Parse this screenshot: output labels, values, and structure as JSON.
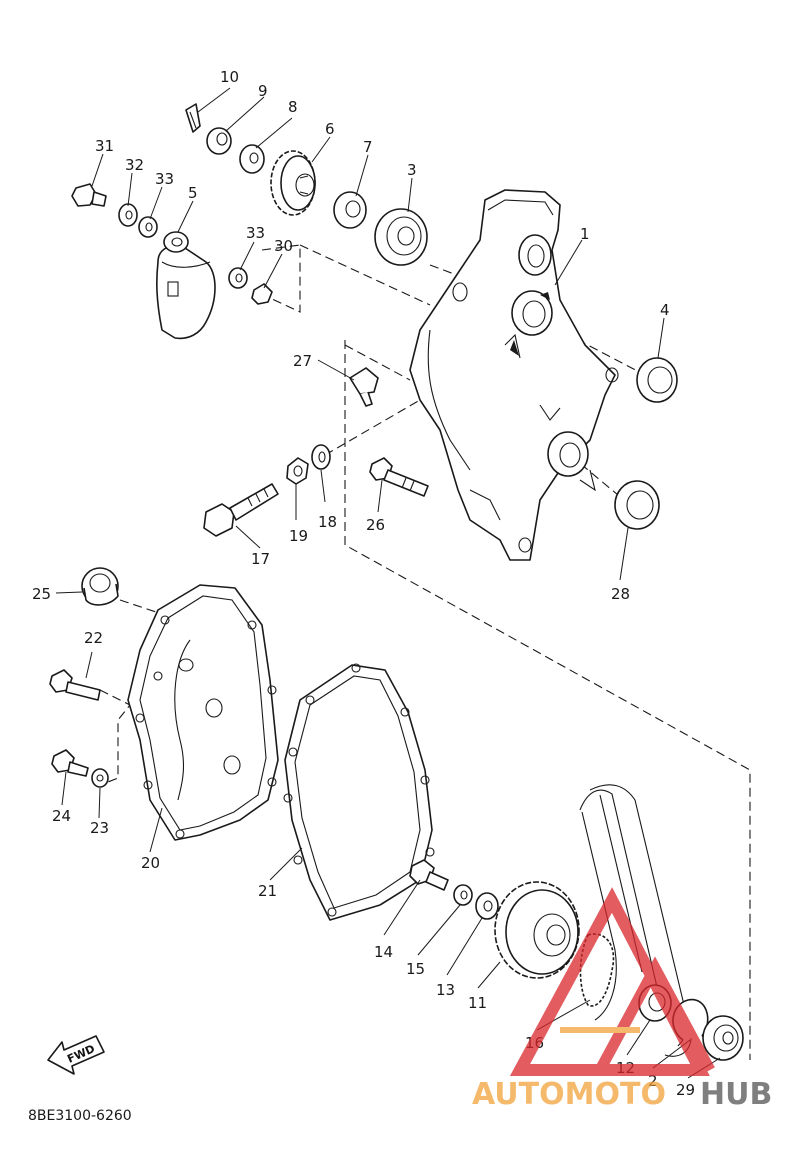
{
  "diagram": {
    "part_numbers": [
      "1",
      "2",
      "3",
      "4",
      "5",
      "6",
      "7",
      "8",
      "9",
      "10",
      "11",
      "12",
      "13",
      "14",
      "15",
      "16",
      "17",
      "18",
      "19",
      "20",
      "21",
      "22",
      "23",
      "24",
      "25",
      "26",
      "27",
      "28",
      "29",
      "30",
      "31",
      "32",
      "33",
      "33"
    ],
    "drawing_code": "8BE3100-6260",
    "fwd_arrow_text": "FWD",
    "watermark": {
      "text_part1": "AUTOMOTO",
      "text_part2": "HUB",
      "color_orange": "#f2a23a",
      "color_red": "#d9262c",
      "color_dark": "#555555"
    }
  }
}
